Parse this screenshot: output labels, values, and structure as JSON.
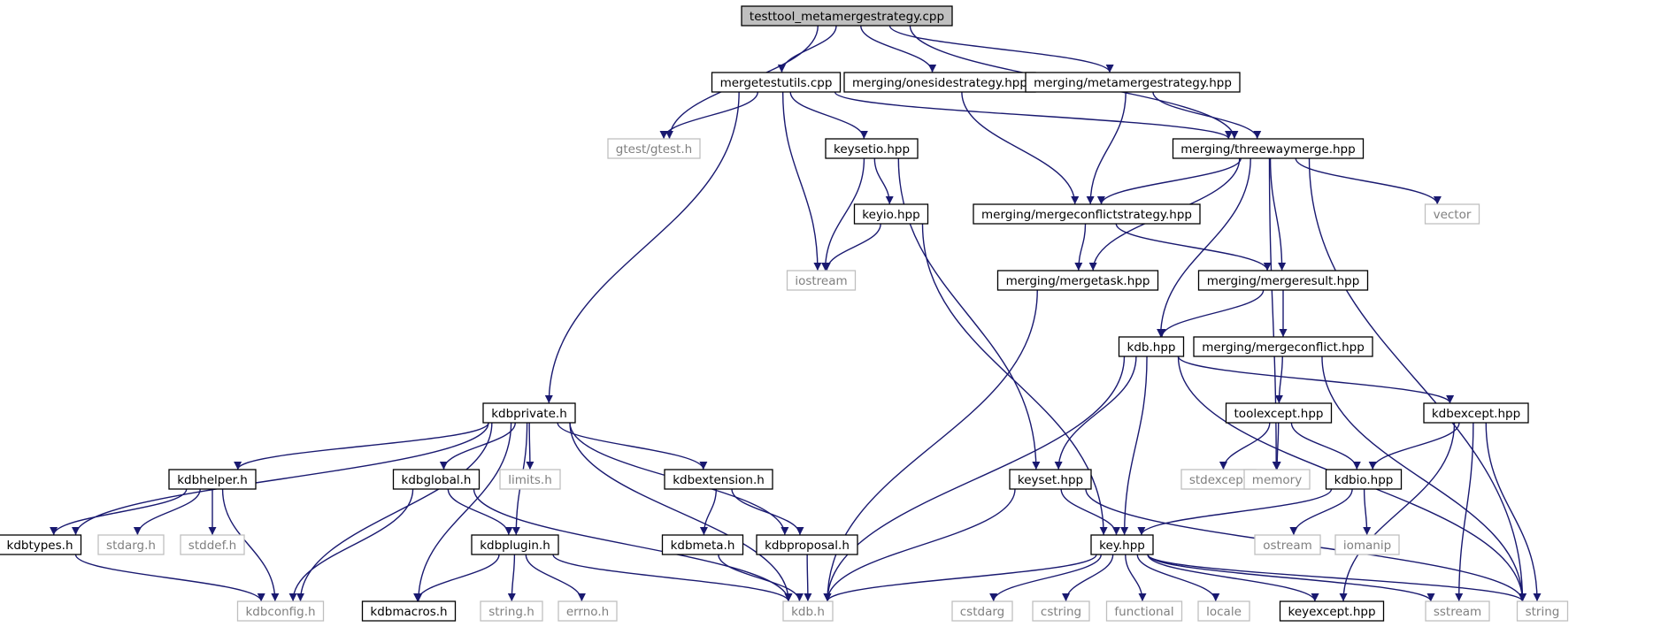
{
  "graph": {
    "nodes": [
      {
        "id": "root",
        "label": "testtool_metamergestrategy.cpp",
        "style": "root"
      },
      {
        "id": "mergetestutils",
        "label": "mergetestutils.cpp",
        "style": "solid"
      },
      {
        "id": "onesided",
        "label": "merging/onesidestrategy.hpp",
        "style": "solid"
      },
      {
        "id": "metamerge",
        "label": "merging/metamergestrategy.hpp",
        "style": "solid"
      },
      {
        "id": "gtest",
        "label": "gtest/gtest.h",
        "style": "gray"
      },
      {
        "id": "keysetio",
        "label": "keysetio.hpp",
        "style": "solid"
      },
      {
        "id": "threeway",
        "label": "merging/threewaymerge.hpp",
        "style": "solid"
      },
      {
        "id": "keyio",
        "label": "keyio.hpp",
        "style": "solid"
      },
      {
        "id": "mcstrategy",
        "label": "merging/mergeconflictstrategy.hpp",
        "style": "solid"
      },
      {
        "id": "vector",
        "label": "vector",
        "style": "gray"
      },
      {
        "id": "iostream",
        "label": "iostream",
        "style": "gray"
      },
      {
        "id": "mergetask",
        "label": "merging/mergetask.hpp",
        "style": "solid"
      },
      {
        "id": "mergeresult",
        "label": "merging/mergeresult.hpp",
        "style": "solid"
      },
      {
        "id": "kdbhpp",
        "label": "kdb.hpp",
        "style": "solid"
      },
      {
        "id": "mconflict",
        "label": "merging/mergeconflict.hpp",
        "style": "solid"
      },
      {
        "id": "kdbprivate",
        "label": "kdbprivate.h",
        "style": "solid"
      },
      {
        "id": "toolexcept",
        "label": "toolexcept.hpp",
        "style": "solid"
      },
      {
        "id": "kdbexcept",
        "label": "kdbexcept.hpp",
        "style": "solid"
      },
      {
        "id": "kdbhelper",
        "label": "kdbhelper.h",
        "style": "solid"
      },
      {
        "id": "kdbglobal",
        "label": "kdbglobal.h",
        "style": "solid"
      },
      {
        "id": "limits",
        "label": "limits.h",
        "style": "gray"
      },
      {
        "id": "kdbextension",
        "label": "kdbextension.h",
        "style": "solid"
      },
      {
        "id": "keyset",
        "label": "keyset.hpp",
        "style": "solid"
      },
      {
        "id": "stdexcept",
        "label": "stdexcept",
        "style": "gray"
      },
      {
        "id": "memory",
        "label": "memory",
        "style": "gray"
      },
      {
        "id": "kdbio",
        "label": "kdbio.hpp",
        "style": "solid"
      },
      {
        "id": "kdbtypes",
        "label": "kdbtypes.h",
        "style": "solid"
      },
      {
        "id": "stdarg",
        "label": "stdarg.h",
        "style": "gray"
      },
      {
        "id": "stddef",
        "label": "stddef.h",
        "style": "gray"
      },
      {
        "id": "kdbplugin",
        "label": "kdbplugin.h",
        "style": "solid"
      },
      {
        "id": "kdbmeta",
        "label": "kdbmeta.h",
        "style": "solid"
      },
      {
        "id": "kdbproposal",
        "label": "kdbproposal.h",
        "style": "solid"
      },
      {
        "id": "keyhpp",
        "label": "key.hpp",
        "style": "solid"
      },
      {
        "id": "ostream",
        "label": "ostream",
        "style": "gray"
      },
      {
        "id": "iomanip",
        "label": "iomanip",
        "style": "gray"
      },
      {
        "id": "kdbconfig",
        "label": "kdbconfig.h",
        "style": "gray"
      },
      {
        "id": "kdbmacros",
        "label": "kdbmacros.h",
        "style": "solid"
      },
      {
        "id": "stringh",
        "label": "string.h",
        "style": "gray"
      },
      {
        "id": "errno",
        "label": "errno.h",
        "style": "gray"
      },
      {
        "id": "kdbh",
        "label": "kdb.h",
        "style": "gray"
      },
      {
        "id": "cstdarg",
        "label": "cstdarg",
        "style": "gray"
      },
      {
        "id": "cstring",
        "label": "cstring",
        "style": "gray"
      },
      {
        "id": "functional",
        "label": "functional",
        "style": "gray"
      },
      {
        "id": "locale",
        "label": "locale",
        "style": "gray"
      },
      {
        "id": "keyexcept",
        "label": "keyexcept.hpp",
        "style": "solid"
      },
      {
        "id": "sstream",
        "label": "sstream",
        "style": "gray"
      },
      {
        "id": "string",
        "label": "string",
        "style": "gray"
      }
    ],
    "edges": [
      [
        "root",
        "mergetestutils"
      ],
      [
        "root",
        "onesided"
      ],
      [
        "root",
        "metamerge"
      ],
      [
        "root",
        "gtest"
      ],
      [
        "root",
        "threeway"
      ],
      [
        "mergetestutils",
        "gtest"
      ],
      [
        "mergetestutils",
        "keysetio"
      ],
      [
        "mergetestutils",
        "threeway"
      ],
      [
        "mergetestutils",
        "iostream"
      ],
      [
        "mergetestutils",
        "kdbprivate"
      ],
      [
        "onesided",
        "mcstrategy"
      ],
      [
        "metamerge",
        "mcstrategy"
      ],
      [
        "metamerge",
        "threeway"
      ],
      [
        "keysetio",
        "keyio"
      ],
      [
        "keysetio",
        "iostream"
      ],
      [
        "keysetio",
        "keyset"
      ],
      [
        "keyio",
        "iostream"
      ],
      [
        "keyio",
        "keyhpp"
      ],
      [
        "threeway",
        "mcstrategy"
      ],
      [
        "threeway",
        "mergetask"
      ],
      [
        "threeway",
        "mergeresult"
      ],
      [
        "threeway",
        "kdbhpp"
      ],
      [
        "threeway",
        "vector"
      ],
      [
        "threeway",
        "memory"
      ],
      [
        "threeway",
        "string"
      ],
      [
        "mcstrategy",
        "mergetask"
      ],
      [
        "mcstrategy",
        "mergeresult"
      ],
      [
        "mergetask",
        "kdbh"
      ],
      [
        "mergeresult",
        "kdbhpp"
      ],
      [
        "mergeresult",
        "mconflict"
      ],
      [
        "mconflict",
        "toolexcept"
      ],
      [
        "mconflict",
        "string"
      ],
      [
        "kdbhpp",
        "kdbexcept"
      ],
      [
        "kdbhpp",
        "keyset"
      ],
      [
        "kdbhpp",
        "keyhpp"
      ],
      [
        "kdbhpp",
        "kdbh"
      ],
      [
        "kdbhpp",
        "string"
      ],
      [
        "toolexcept",
        "stdexcept"
      ],
      [
        "toolexcept",
        "memory"
      ],
      [
        "toolexcept",
        "kdbio"
      ],
      [
        "kdbexcept",
        "kdbio"
      ],
      [
        "kdbexcept",
        "keyexcept"
      ],
      [
        "kdbexcept",
        "sstream"
      ],
      [
        "kdbexcept",
        "string"
      ],
      [
        "kdbio",
        "ostream"
      ],
      [
        "kdbio",
        "iomanip"
      ],
      [
        "kdbio",
        "keyhpp"
      ],
      [
        "keyset",
        "keyhpp"
      ],
      [
        "keyset",
        "kdbh"
      ],
      [
        "keyset",
        "string"
      ],
      [
        "keyhpp",
        "kdbh"
      ],
      [
        "keyhpp",
        "cstdarg"
      ],
      [
        "keyhpp",
        "cstring"
      ],
      [
        "keyhpp",
        "functional"
      ],
      [
        "keyhpp",
        "locale"
      ],
      [
        "keyhpp",
        "keyexcept"
      ],
      [
        "keyhpp",
        "sstream"
      ],
      [
        "keyhpp",
        "string"
      ],
      [
        "kdbprivate",
        "kdbhelper"
      ],
      [
        "kdbprivate",
        "kdbglobal"
      ],
      [
        "kdbprivate",
        "limits"
      ],
      [
        "kdbprivate",
        "kdbextension"
      ],
      [
        "kdbprivate",
        "kdbproposal"
      ],
      [
        "kdbprivate",
        "kdbplugin"
      ],
      [
        "kdbprivate",
        "kdbmacros"
      ],
      [
        "kdbprivate",
        "kdbconfig"
      ],
      [
        "kdbprivate",
        "kdbtypes"
      ],
      [
        "kdbprivate",
        "kdbh"
      ],
      [
        "kdbhelper",
        "kdbtypes"
      ],
      [
        "kdbhelper",
        "stdarg"
      ],
      [
        "kdbhelper",
        "stddef"
      ],
      [
        "kdbhelper",
        "kdbconfig"
      ],
      [
        "kdbglobal",
        "kdbplugin"
      ],
      [
        "kdbglobal",
        "kdbconfig"
      ],
      [
        "kdbglobal",
        "kdbh"
      ],
      [
        "kdbextension",
        "kdbmeta"
      ],
      [
        "kdbextension",
        "kdbproposal"
      ],
      [
        "kdbplugin",
        "kdbmacros"
      ],
      [
        "kdbplugin",
        "stringh"
      ],
      [
        "kdbplugin",
        "errno"
      ],
      [
        "kdbplugin",
        "kdbh"
      ],
      [
        "kdbmeta",
        "kdbh"
      ],
      [
        "kdbproposal",
        "kdbh"
      ],
      [
        "kdbtypes",
        "kdbconfig"
      ]
    ]
  },
  "colors": {
    "edge": "#191970",
    "solid_border": "#000000",
    "gray_border": "#bfbfbf",
    "root_fill": "#bfbfbf",
    "gray_text": "#7f7f7f",
    "text": "#000000"
  }
}
